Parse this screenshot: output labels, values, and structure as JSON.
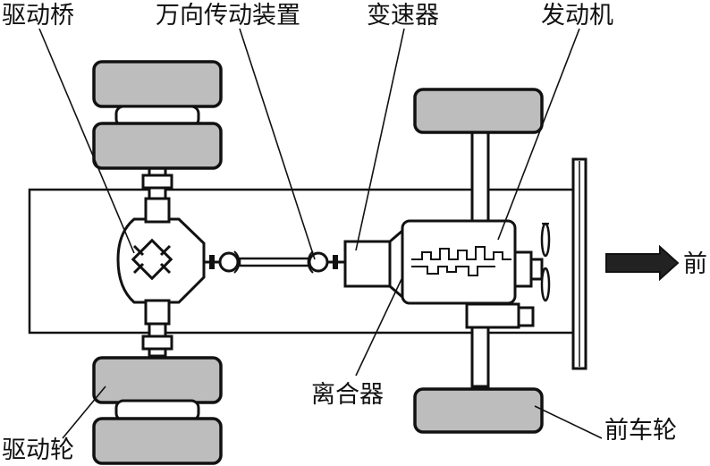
{
  "labels": {
    "drive_axle": "驱动桥",
    "universal_drive": "万向传动装置",
    "transmission": "变速器",
    "engine": "发动机",
    "clutch": "离合器",
    "front_wheel": "前车轮",
    "drive_wheel": "驱动轮",
    "forward": "前"
  },
  "colors": {
    "tire_fill": "#bdbdbd",
    "line": "#111111",
    "arrow": "#222222"
  }
}
